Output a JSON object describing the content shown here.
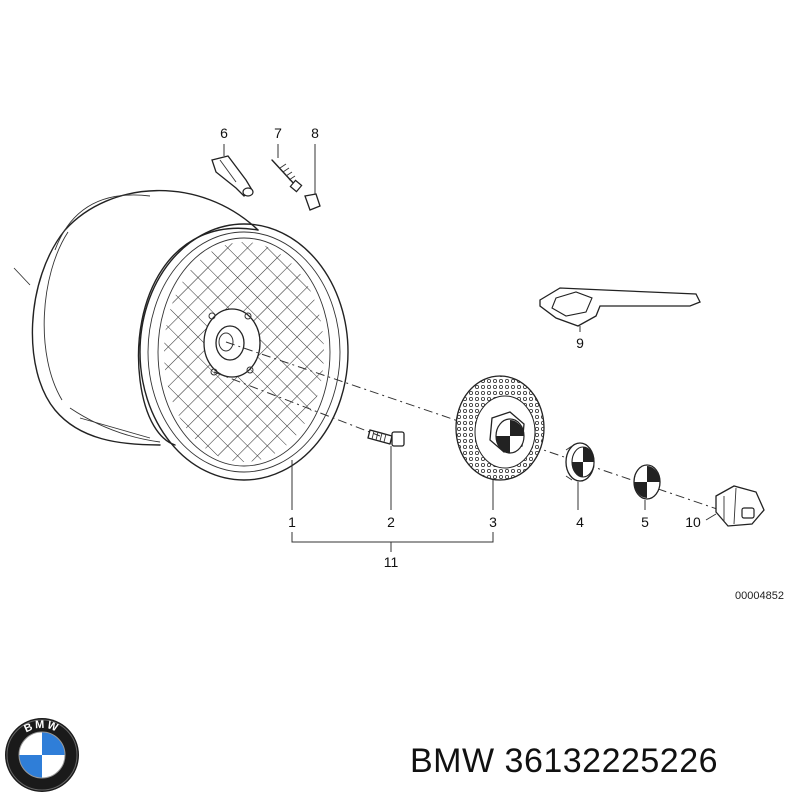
{
  "diagram": {
    "callouts": [
      {
        "id": "1",
        "label": "1"
      },
      {
        "id": "2",
        "label": "2"
      },
      {
        "id": "3",
        "label": "3"
      },
      {
        "id": "4",
        "label": "4"
      },
      {
        "id": "5",
        "label": "5"
      },
      {
        "id": "6",
        "label": "6"
      },
      {
        "id": "7",
        "label": "7"
      },
      {
        "id": "8",
        "label": "8"
      },
      {
        "id": "9",
        "label": "9"
      },
      {
        "id": "10",
        "label": "10"
      },
      {
        "id": "11",
        "label": "11"
      }
    ],
    "drawing_code": "00004852"
  },
  "footer": {
    "logo_icon": "bmw-roundel-logo",
    "logo_text": "BMW",
    "title": "BMW 36132225226"
  }
}
